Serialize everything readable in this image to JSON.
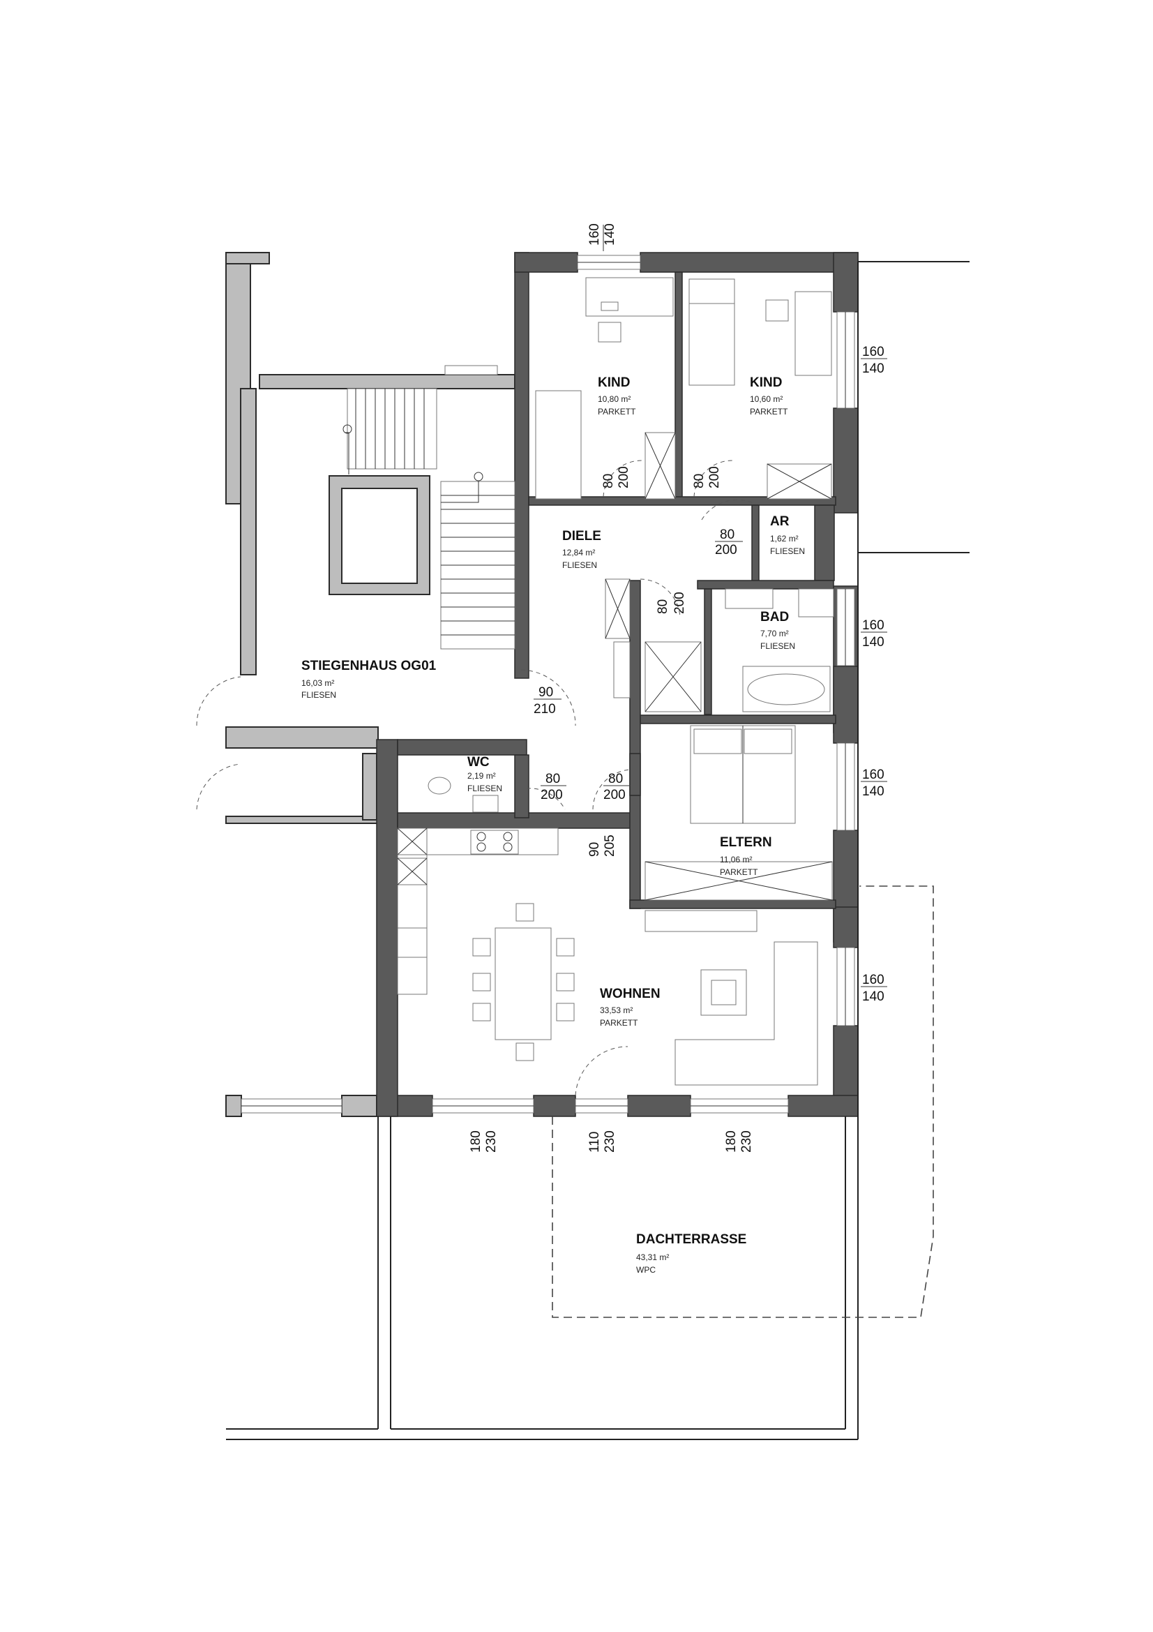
{
  "rooms": {
    "kind1": {
      "name": "KIND",
      "area": "10,80 m²",
      "floor": "PARKETT"
    },
    "kind2": {
      "name": "KIND",
      "area": "10,60 m²",
      "floor": "PARKETT"
    },
    "diele": {
      "name": "DIELE",
      "area": "12,84 m²",
      "floor": "FLIESEN"
    },
    "ar": {
      "name": "AR",
      "area": "1,62 m²",
      "floor": "FLIESEN"
    },
    "bad": {
      "name": "BAD",
      "area": "7,70 m²",
      "floor": "FLIESEN"
    },
    "stiege": {
      "name": "STIEGENHAUS OG01",
      "area": "16,03 m²",
      "floor": "FLIESEN"
    },
    "wc": {
      "name": "WC",
      "area": "2,19 m²",
      "floor": "FLIESEN"
    },
    "eltern": {
      "name": "ELTERN",
      "area": "11,06 m²",
      "floor": "PARKETT"
    },
    "wohnen": {
      "name": "WOHNEN",
      "area": "33,53 m²",
      "floor": "PARKETT"
    },
    "terrasse": {
      "name": "DACHTERRASSE",
      "area": "43,31 m²",
      "floor": "WPC"
    }
  },
  "dimensions": {
    "window_top": {
      "a": "160",
      "b": "140"
    },
    "window_kind2": {
      "a": "160",
      "b": "140"
    },
    "window_bad": {
      "a": "160",
      "b": "140"
    },
    "window_eltern": {
      "a": "160",
      "b": "140"
    },
    "window_wohnen": {
      "a": "160",
      "b": "140"
    },
    "door_kind1": {
      "a": "80",
      "b": "200"
    },
    "door_kind2": {
      "a": "80",
      "b": "200"
    },
    "door_ar": {
      "a": "80",
      "b": "200"
    },
    "door_bad": {
      "a": "80",
      "b": "200"
    },
    "door_entry": {
      "a": "90",
      "b": "210"
    },
    "door_wc": {
      "a": "80",
      "b": "200"
    },
    "door_eltern": {
      "a": "80",
      "b": "200"
    },
    "door_wohnen": {
      "a": "90",
      "b": "205"
    },
    "window_south_1": {
      "a": "180",
      "b": "230"
    },
    "window_south_2": {
      "a": "110",
      "b": "230"
    },
    "window_south_3": {
      "a": "180",
      "b": "230"
    }
  }
}
